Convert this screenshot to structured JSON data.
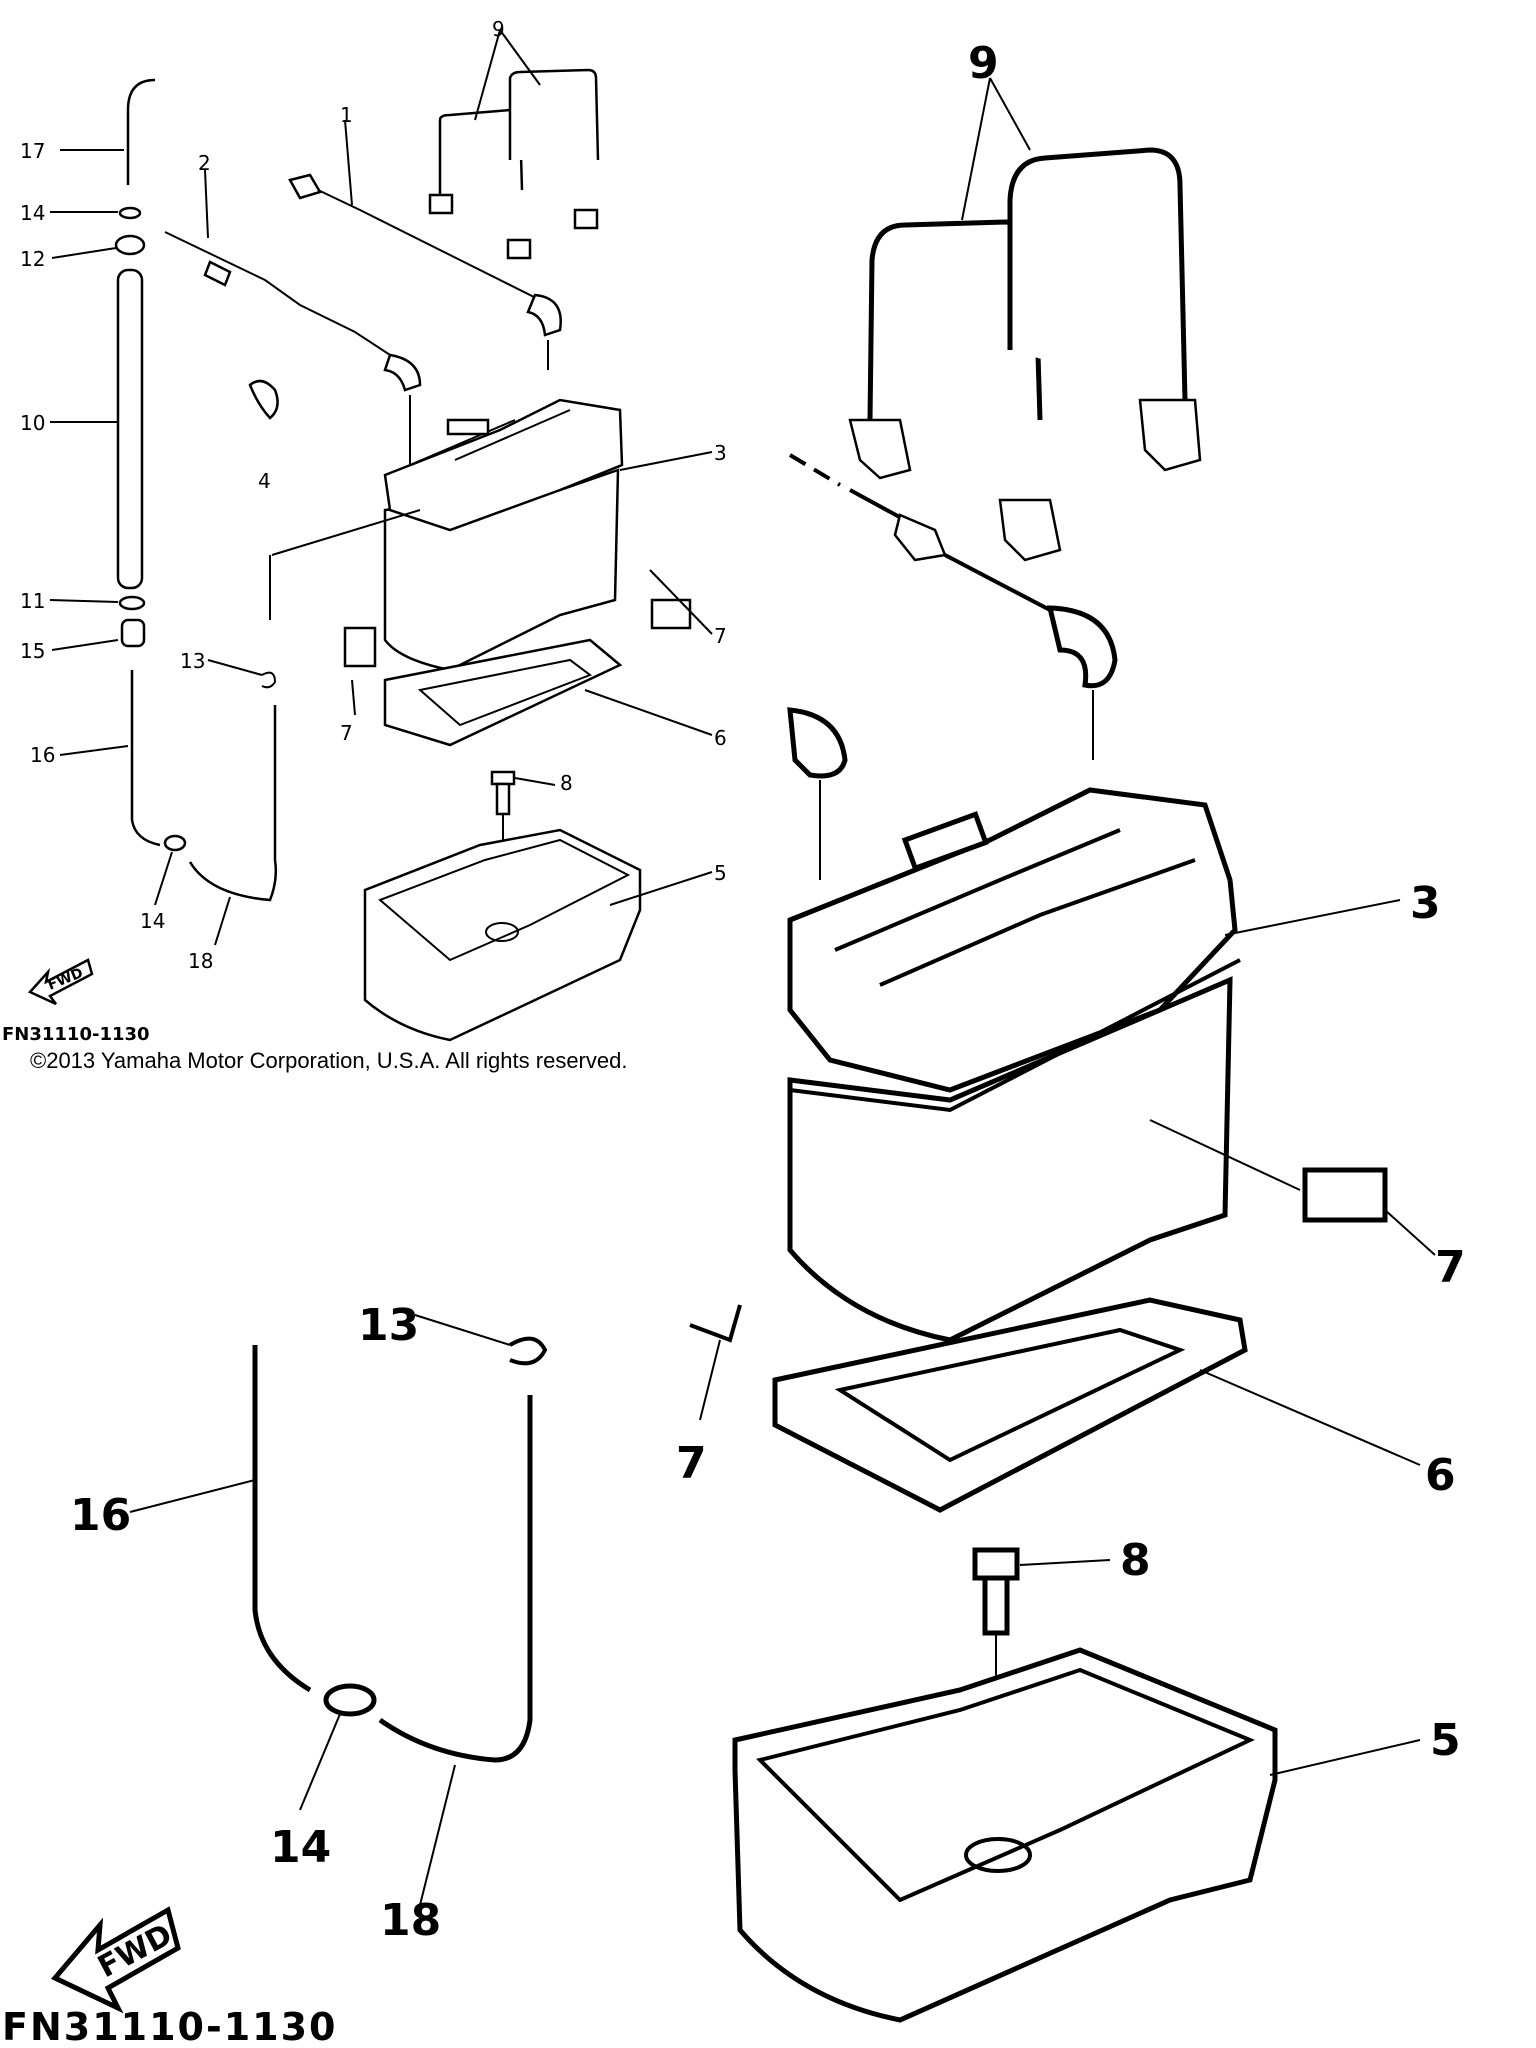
{
  "diagram": {
    "overview_labels": {
      "l1": "1",
      "l2": "2",
      "l3": "3",
      "l4": "4",
      "l5": "5",
      "l6": "6",
      "l7a": "7",
      "l7b": "7",
      "l8": "8",
      "l9": "9",
      "l10": "10",
      "l11": "11",
      "l12": "12",
      "l13": "13",
      "l14a": "14",
      "l14b": "14",
      "l15": "15",
      "l16": "16",
      "l17": "17",
      "l18": "18"
    },
    "detail_labels": {
      "l3": "3",
      "l5": "5",
      "l6": "6",
      "l7a": "7",
      "l7b": "7",
      "l8": "8",
      "l9": "9",
      "l13": "13",
      "l14": "14",
      "l16": "16",
      "l18": "18"
    },
    "fwd_label": "FWD",
    "diagram_code": "FN31110-1130",
    "copyright": "©2013 Yamaha Motor Corporation, U.S.A. All rights reserved."
  }
}
